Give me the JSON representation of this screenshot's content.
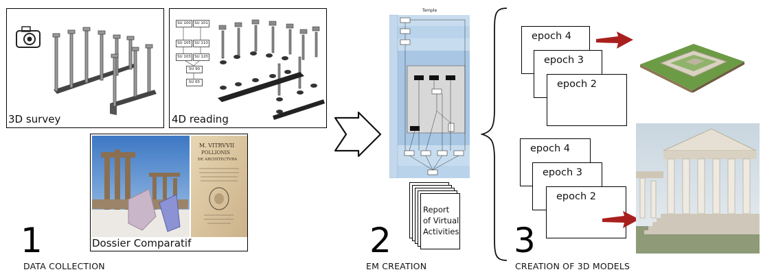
{
  "panels": {
    "survey_caption": "3D survey",
    "reading_caption": "4D reading",
    "dossier_caption": "Dossier Comparatif",
    "book_lines": [
      "M. VITRVVII",
      "POLLIONIS",
      "DE ARCHITECTVRA"
    ],
    "su_labels": [
      "SU 100",
      "SU 101",
      "SU 105",
      "SU 110",
      "SU 103",
      "SU 120",
      "SU 90",
      "SU 65"
    ]
  },
  "steps": [
    {
      "number": "1",
      "label": "DATA COLLECTION"
    },
    {
      "number": "2",
      "label": "EM CREATION"
    },
    {
      "number": "3",
      "label": "CREATION OF 3D MODELS"
    }
  ],
  "em": {
    "title": "Temple",
    "report_lines": [
      "Report",
      "of Virtual",
      "Activities"
    ]
  },
  "epochs_top": [
    "epoch 4",
    "epoch 3",
    "epoch 2"
  ],
  "epochs_bottom": [
    "epoch 4",
    "epoch 3",
    "epoch 2"
  ],
  "colors": {
    "arrow_red": "#a8201e",
    "em_blue": "#c7dcef",
    "em_blue_dark": "#a9c6e4",
    "grass": "#6c9b45"
  }
}
